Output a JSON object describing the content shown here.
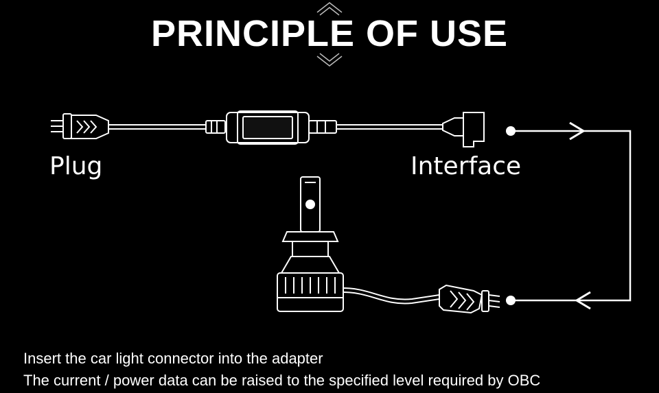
{
  "title": "PRINCIPLE OF USE",
  "labels": {
    "plug": "Plug",
    "interface": "Interface"
  },
  "captions": [
    "Insert the car light connector into the adapter",
    "The current / power data can be raised to the specified level required by OBC"
  ],
  "colors": {
    "background": "#000000",
    "foreground": "#ffffff"
  }
}
